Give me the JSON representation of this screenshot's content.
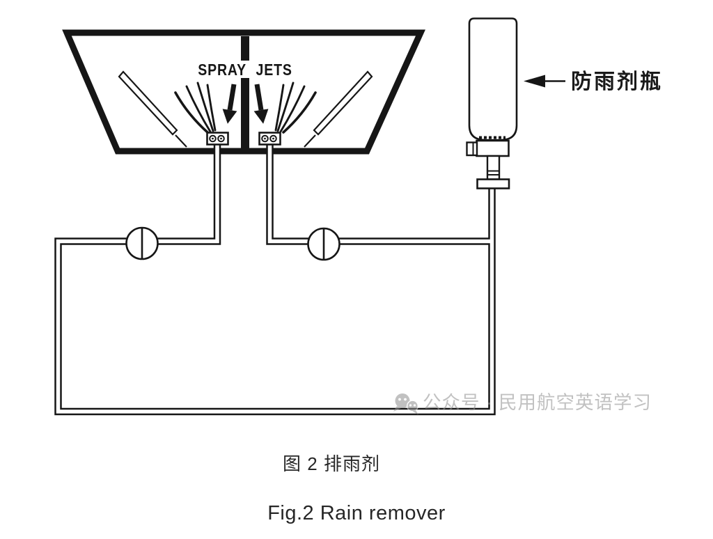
{
  "figure": {
    "spray_jets_label": "SPRAY JETS",
    "bottle_label": "防雨剂瓶",
    "watermark_text": "公众号 · 民用航空英语学习",
    "caption_zh": "图 2 排雨剂",
    "caption_en": "Fig.2 Rain remover"
  },
  "icons": {
    "wechat": "wechat-icon",
    "bottle_pointer": "arrow-left-icon",
    "spray_arrow_left": "arrow-down-icon",
    "spray_arrow_right": "arrow-down-icon"
  },
  "colors": {
    "ink": "#161616",
    "watermark": "#8f8f8f",
    "background": "#ffffff"
  }
}
